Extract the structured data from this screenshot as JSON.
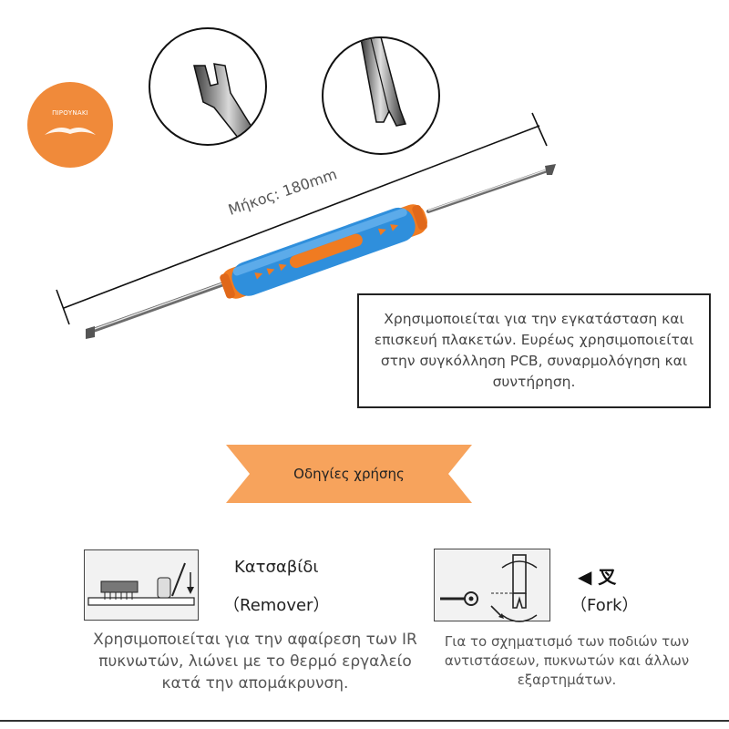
{
  "brand": {
    "name": "ΠΙΡΟΥΝΑΚΙ"
  },
  "tool": {
    "length_label": "Μήκος: 180mm",
    "handle_color": "#2f8fdc",
    "accent_color": "#f07b21"
  },
  "description": "Χρησιμοποιείται για την εγκατάσταση και επισκευή πλακετών. Ευρέως χρησιμοποιείται στην συγκόλληση PCB, συναρμολόγηση και συντήρηση.",
  "instructions": {
    "banner_label": "Οδηγίες χρήσης",
    "banner_color": "#f7a35c"
  },
  "remover": {
    "title": "Κατσαβίδι",
    "subtitle": "（Remover）",
    "description": "Χρησιμοποιείται για την αφαίρεση των IR πυκνωτών, λιώνει με το θερμό εργαλείο κατά την απομάκρυνση."
  },
  "fork": {
    "title": "◀ 叉",
    "subtitle": "（Fork）",
    "description": "Για το σχηματισμό των ποδιών των αντιστάσεων, πυκνωτών και άλλων εξαρτημάτων."
  }
}
